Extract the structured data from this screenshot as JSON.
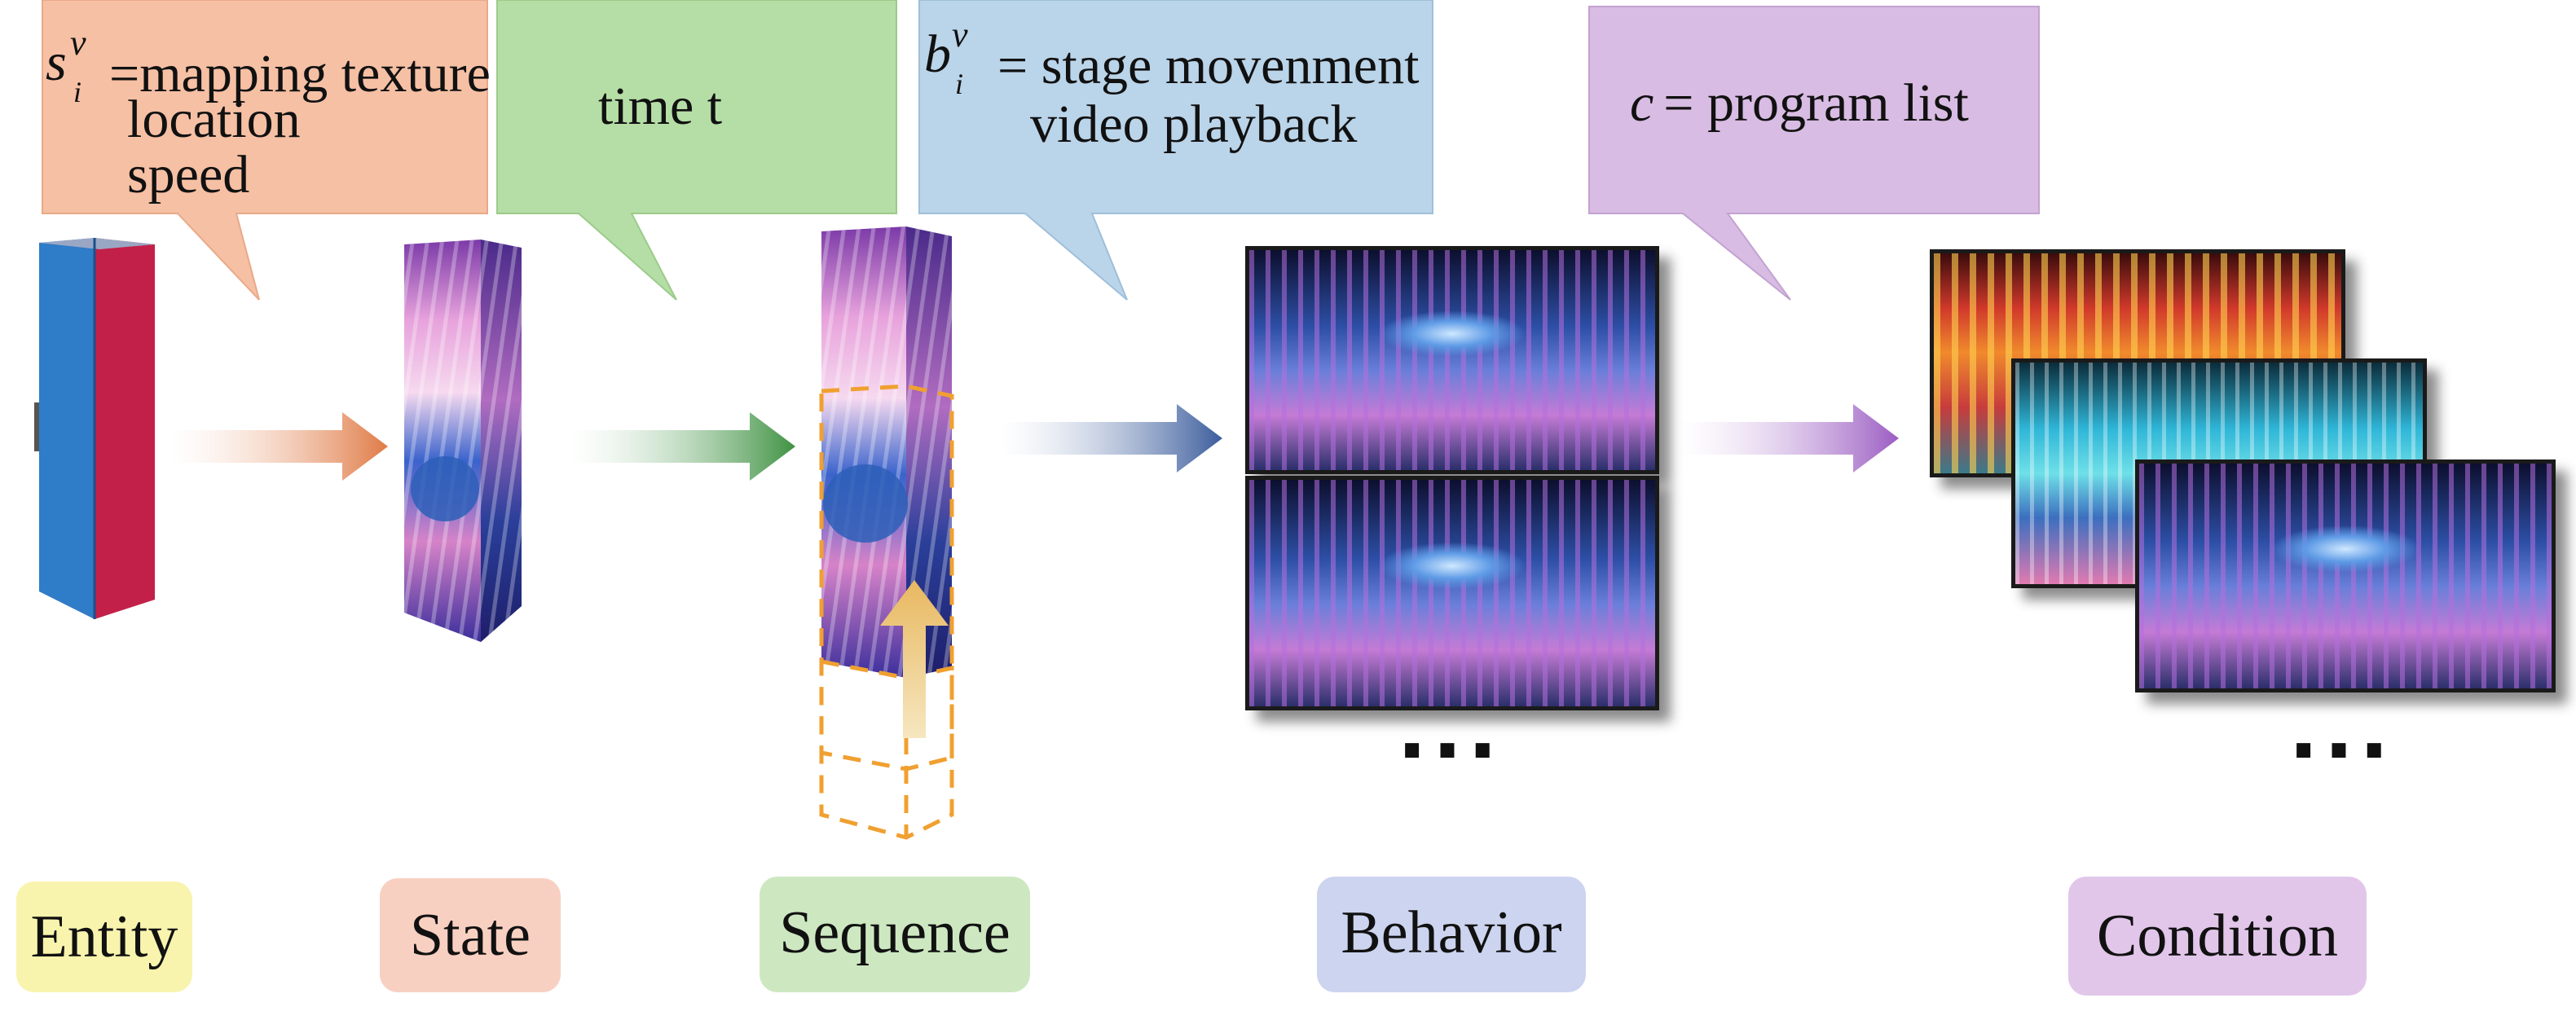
{
  "callouts": {
    "state": {
      "symbol_base": "s",
      "symbol_sup": "v",
      "symbol_sub": "i",
      "line1": "=mapping texture",
      "line2": "location",
      "line3": "speed",
      "color": "#f7c2a6"
    },
    "sequence": {
      "line1": "time t",
      "color": "#b7dfa8"
    },
    "behavior": {
      "symbol_base": "b",
      "symbol_sup": "v",
      "symbol_sub": "i",
      "line1": "= stage movenment",
      "line2": "video playback",
      "color": "#bcd6ea"
    },
    "condition": {
      "symbol_base": "c",
      "line1": "= program list",
      "color": "#d9bde4"
    }
  },
  "labels": {
    "entity": {
      "text": "Entity",
      "color": "#f9f5b0"
    },
    "state": {
      "text": "State",
      "color": "#f9d2c4"
    },
    "sequence": {
      "text": "Sequence",
      "color": "#cfe9c4"
    },
    "behavior": {
      "text": "Behavior",
      "color": "#cfd6f0"
    },
    "condition": {
      "text": "Condition",
      "color": "#e4c8ec"
    }
  },
  "ellipses": {
    "behavior": "...",
    "condition": "..."
  },
  "arrow_colors": {
    "entity_to_state": "#e08050",
    "state_to_sequence": "#4d9a4d",
    "sequence_to_behavior": "#4060a0",
    "behavior_to_condition": "#a060c0"
  },
  "entity_colors": {
    "front": "#2f7cc8",
    "side": "#c02048"
  }
}
